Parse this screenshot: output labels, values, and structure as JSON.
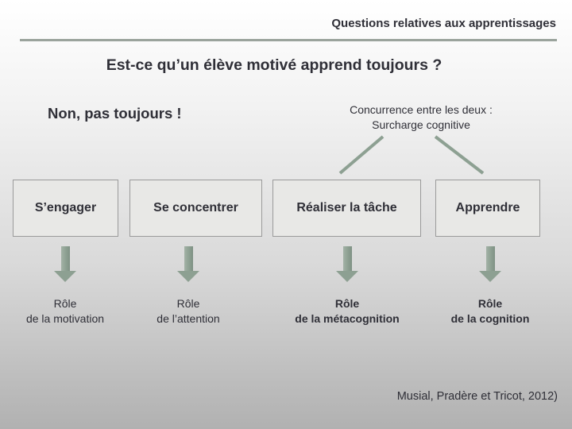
{
  "slide": {
    "header_title": "Questions relatives aux apprentissages",
    "question": "Est-ce qu’un élève motivé apprend toujours ?",
    "left_statement": "Non, pas toujours !",
    "competition_note": {
      "line1": "Concurrence entre les deux :",
      "line2": "Surcharge cognitive"
    },
    "citation": "Musial, Pradère et Tricot, 2012)"
  },
  "columns": [
    {
      "box_label": "S’engager",
      "role_line1": "Rôle",
      "role_line2": "de la motivation"
    },
    {
      "box_label": "Se concentrer",
      "role_line1": "Rôle",
      "role_line2": "de l’attention"
    },
    {
      "box_label": "Réaliser la tâche",
      "role_line1": "Rôle",
      "role_line2": "de la métacognition"
    },
    {
      "box_label": "Apprendre",
      "role_line1": "Rôle",
      "role_line2": "de la cognition"
    }
  ],
  "colors": {
    "text_dark": "#2f2f37",
    "rule_line": "#9aa39c",
    "connector_line": "#8da092",
    "arrow": "#8da092",
    "box_fill": "#e8e8e6",
    "box_border": "#9a9a9a",
    "bg_top": "#ffffff",
    "bg_bottom": "#b1b1b1"
  }
}
